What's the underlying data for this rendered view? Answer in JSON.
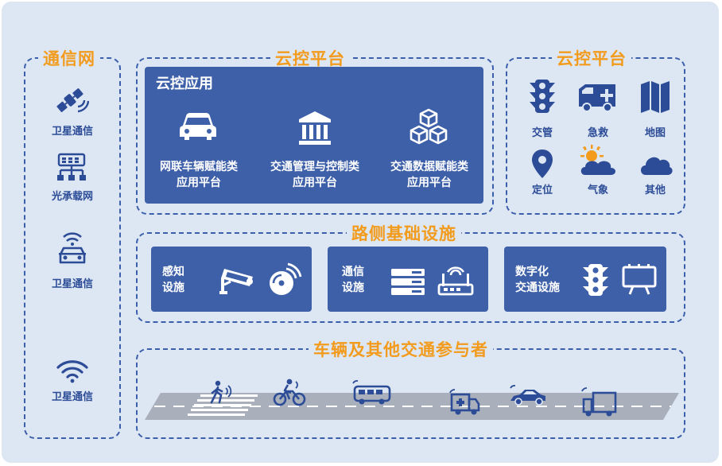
{
  "left": {
    "title": "通信网",
    "items": [
      "卫星通信",
      "光承载网",
      "卫星通信",
      "卫星通信"
    ]
  },
  "cloud_main": {
    "title": "云控平台",
    "app_title": "云控应用",
    "apps": [
      {
        "line1": "网联车辆赋能类",
        "line2": "应用平台"
      },
      {
        "line1": "交通管理与控制类",
        "line2": "应用平台"
      },
      {
        "line1": "交通数据赋能类",
        "line2": "应用平台"
      }
    ]
  },
  "cloud_right": {
    "title": "云控平台",
    "items": [
      "交管",
      "急救",
      "地图",
      "定位",
      "气象",
      "其他"
    ]
  },
  "roadside": {
    "title": "路侧基础设施",
    "groups": [
      {
        "line1": "感知",
        "line2": "设施"
      },
      {
        "line1": "通信",
        "line2": "设施"
      },
      {
        "line1": "数字化",
        "line2": "交通设施"
      }
    ]
  },
  "vehicles": {
    "title": "车辆及其他交通参与者"
  },
  "colors": {
    "accent": "#f29b1d",
    "primary": "#3d60a9",
    "dash": "#3b5faa",
    "background": "#dde6f3"
  }
}
